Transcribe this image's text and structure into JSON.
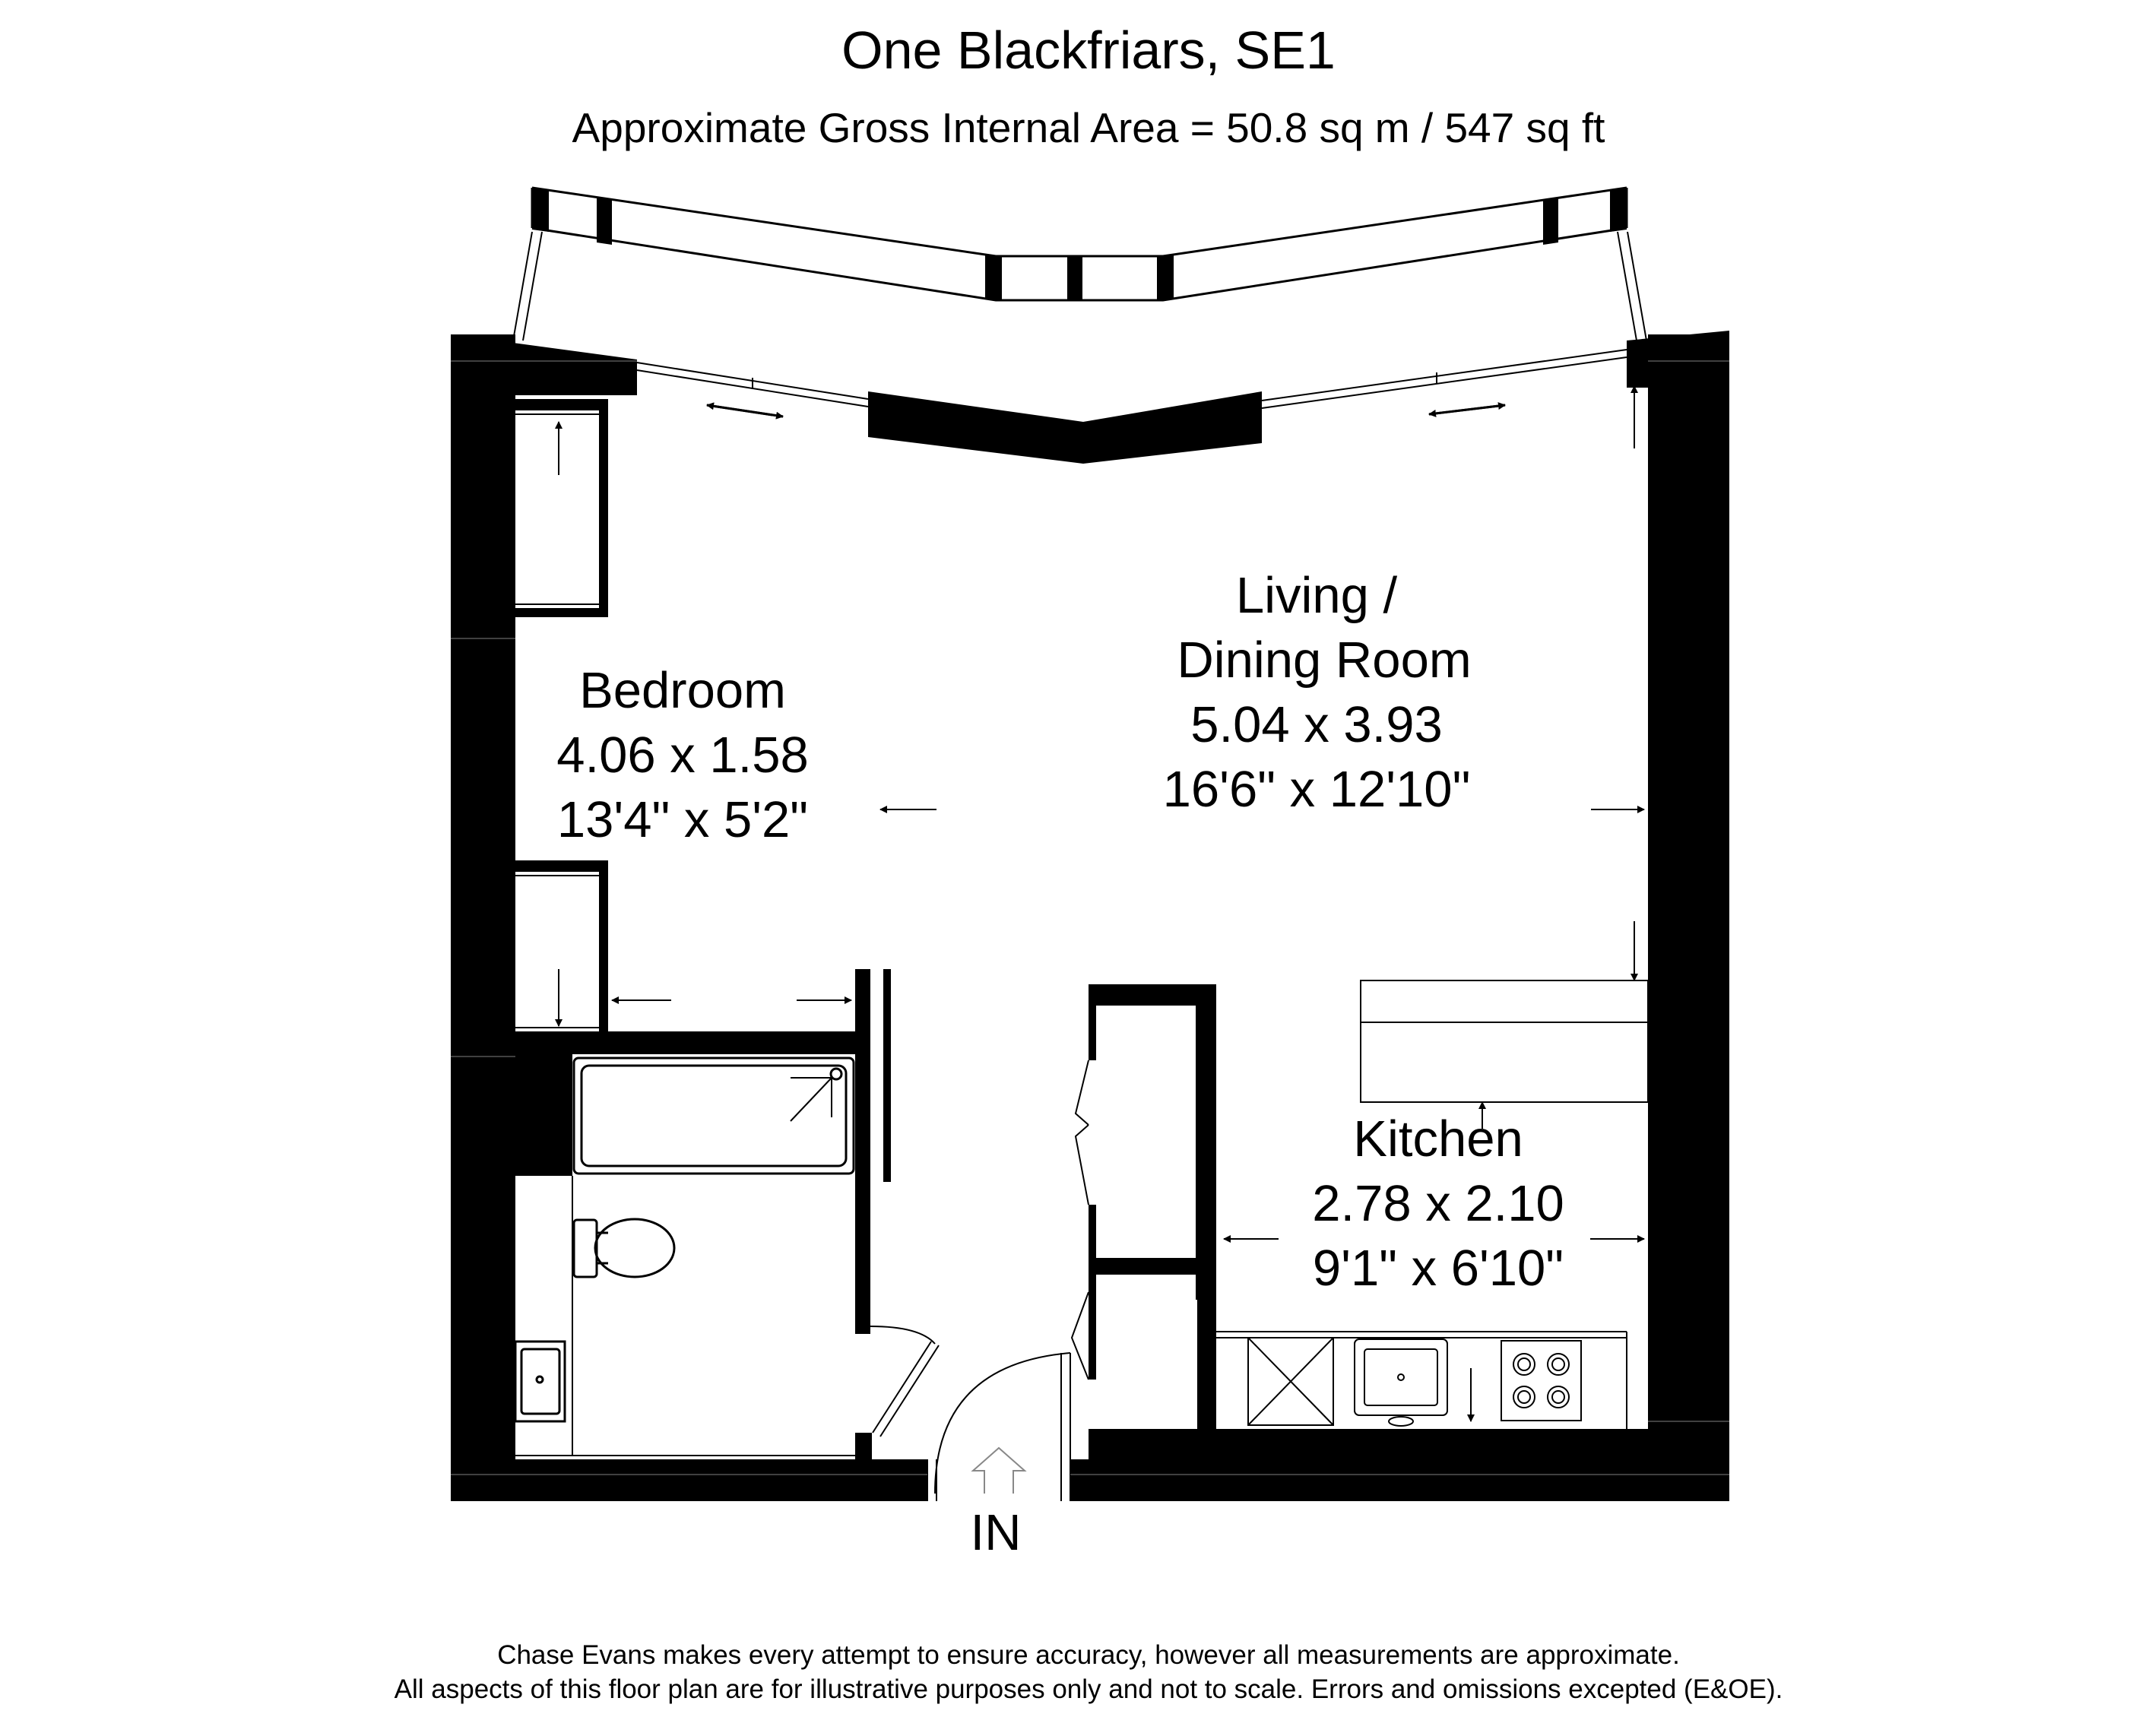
{
  "header": {
    "title": "One Blackfriars, SE1",
    "subtitle": "Approximate Gross Internal Area = 50.8 sq m / 547 sq ft"
  },
  "rooms": {
    "living": {
      "name_line1": "Living /",
      "name_line2": "Dining Room",
      "metric": "5.04 x 3.93",
      "imperial": "16'6\" x 12'10\""
    },
    "bedroom": {
      "name": "Bedroom",
      "metric": "4.06 x 1.58",
      "imperial": "13'4\" x 5'2\""
    },
    "kitchen": {
      "name": "Kitchen",
      "metric": "2.78 x 2.10",
      "imperial": "9'1\" x 6'10\""
    }
  },
  "entrance": {
    "label": "IN"
  },
  "footer": {
    "line1": "Chase Evans makes every attempt to ensure accuracy, however all measurements are approximate.",
    "line2": "All aspects of this floor plan are for illustrative purposes only and not to scale. Errors and omissions excepted (E&OE)."
  },
  "colors": {
    "wall": "#000000",
    "background": "#ffffff",
    "fixture_line": "#555555"
  }
}
